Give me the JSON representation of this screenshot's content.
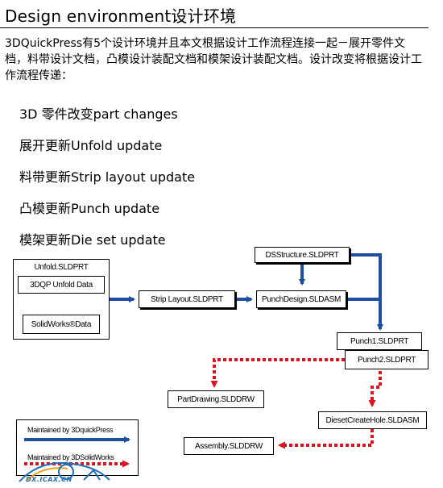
{
  "header": {
    "title": "Design environment设计环境"
  },
  "intro": {
    "text": "3DQuickPress有5个设计环境并且本文根据设计工作流程连接一起－展开零件文档，料带设计文档，凸模设计装配文档和模架设计装配文档。设计改变将根据设计工作流程传递："
  },
  "steps": [
    "3D  零件改变part changes",
    "展开更新Unfold update",
    "料带更新Strip layout update",
    "凸模更新Punch update",
    "模架更新Die set update"
  ],
  "diagram": {
    "nodes": {
      "unfold_part": "Unfold.SLDPRT",
      "unfold_data": "3DQP Unfold Data",
      "solidworks_data": "SolidWorks®Data",
      "strip_layout": "Strip Layout.SLDPRT",
      "ds_structure": "DSStructure.SLDPRT",
      "punch_design": "PunchDesign.SLDASM",
      "punch1": "Punch1.SLDPRT",
      "punch2": "Punch2.SLDPRT",
      "part_drawing": "PartDrawing.SLDDRW",
      "dieset_create_hole": "DiesetCreateHole.SLDASM",
      "assembly": "Assembly.SLDDRW"
    },
    "legend": {
      "solid_label": "Maintained by 3DquickPress",
      "dotted_label": "Maintained by 3DSolidWorks"
    },
    "colors": {
      "solid_arrow": "#1f4fa0",
      "dotted_arrow": "#e0101e"
    }
  },
  "watermark": {
    "text": "DX.ICAX.CN"
  }
}
